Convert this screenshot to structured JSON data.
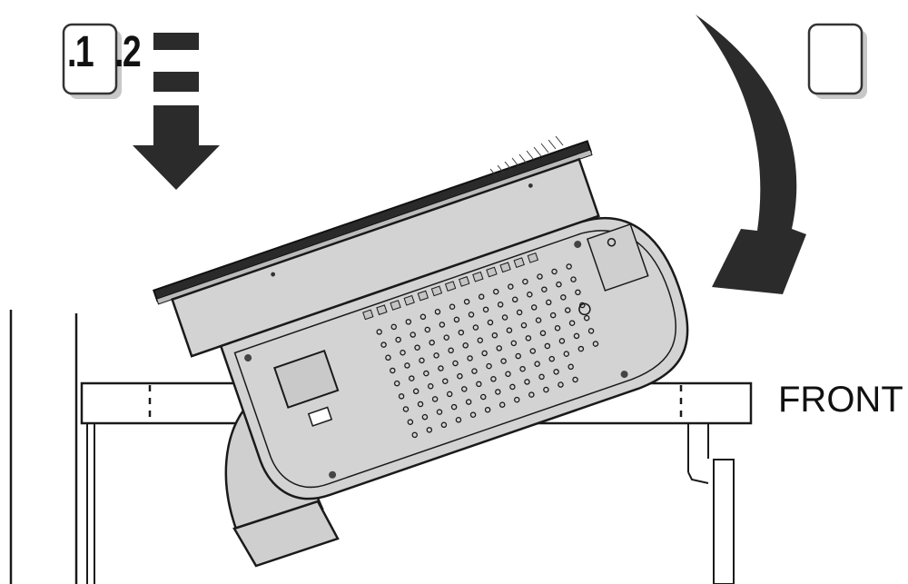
{
  "step_badge": {
    "text_1": ".1",
    "text_2": ".2",
    "step_b_label": ""
  },
  "labels": {
    "front": "FRONT"
  },
  "colors": {
    "ink": "#1a1a1a",
    "hob_fill": "#d3d3d3",
    "hob_dark": "#c4c4c4",
    "duct_fill": "#cfcfcf",
    "arrow": "#2b2b2b"
  },
  "icons": {
    "down_arrow": "down-arrow-icon",
    "rotate_arrow": "curved-rotate-arrow-icon"
  }
}
